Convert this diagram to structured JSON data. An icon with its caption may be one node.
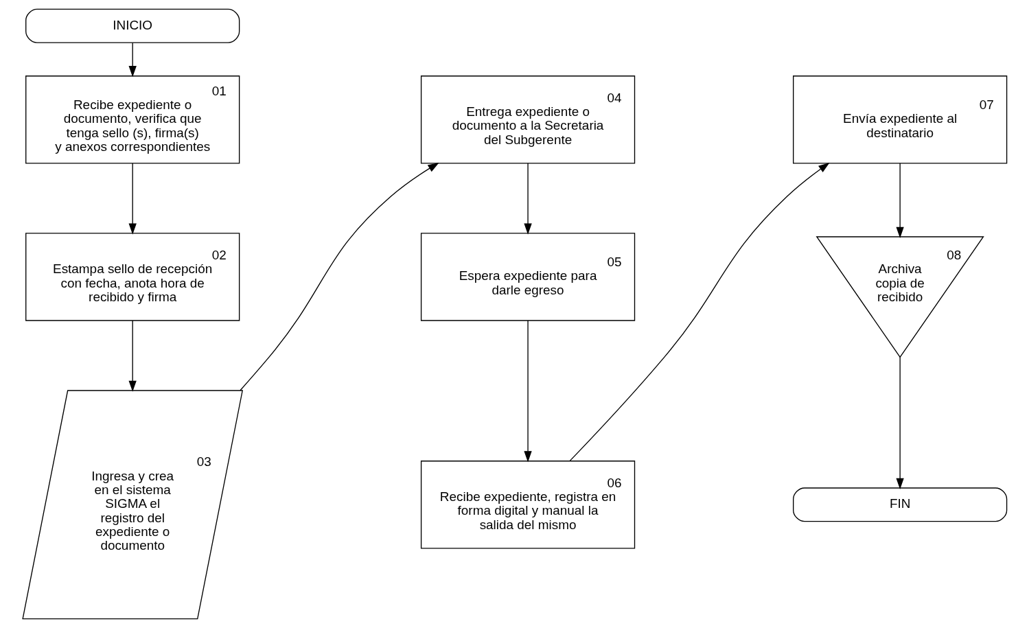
{
  "diagram": {
    "nodes": [
      {
        "text": [
          "INICIO"
        ]
      },
      {
        "text": [
          "01",
          "Recibe expediente o documento, verifica que tenga sello (s), firma(s) y anexos correspondientes"
        ]
      },
      {
        "text": [
          "02",
          "Estampa sello de recepción con fecha, anota hora de recibido y firma"
        ]
      },
      {
        "text": [
          "03",
          "Ingresa y crea en el sistema SIGMA el registro del expediente o documento"
        ]
      },
      {
        "text": [
          "04",
          "Entrega expediente o documento a la Secretaria del Subgerente"
        ]
      },
      {
        "text": [
          "05",
          "Espera expediente para darle egreso"
        ]
      },
      {
        "text": [
          "06",
          "Recibe expediente, registra en forma digital y manual la salida del mismo"
        ]
      },
      {
        "text": [
          "07",
          "Envía expediente al destinatario"
        ]
      },
      {
        "text": [
          "08",
          "Archiva copia de recibido"
        ]
      },
      {
        "text": [
          "FIN"
        ]
      }
    ],
    "edges": [
      {
        "from": 0,
        "to": 1,
        "arrow": "to"
      },
      {
        "from": 1,
        "to": 2,
        "arrow": "to"
      },
      {
        "from": 2,
        "to": 3,
        "arrow": "to"
      },
      {
        "from": 3,
        "to": 4,
        "arrow": "to"
      },
      {
        "from": 4,
        "to": 5,
        "arrow": "to"
      },
      {
        "from": 5,
        "to": 6,
        "arrow": "to"
      },
      {
        "from": 6,
        "to": 7,
        "arrow": "to"
      },
      {
        "from": 7,
        "to": 8,
        "arrow": "to"
      },
      {
        "from": 8,
        "to": 9,
        "arrow": "to"
      }
    ]
  }
}
